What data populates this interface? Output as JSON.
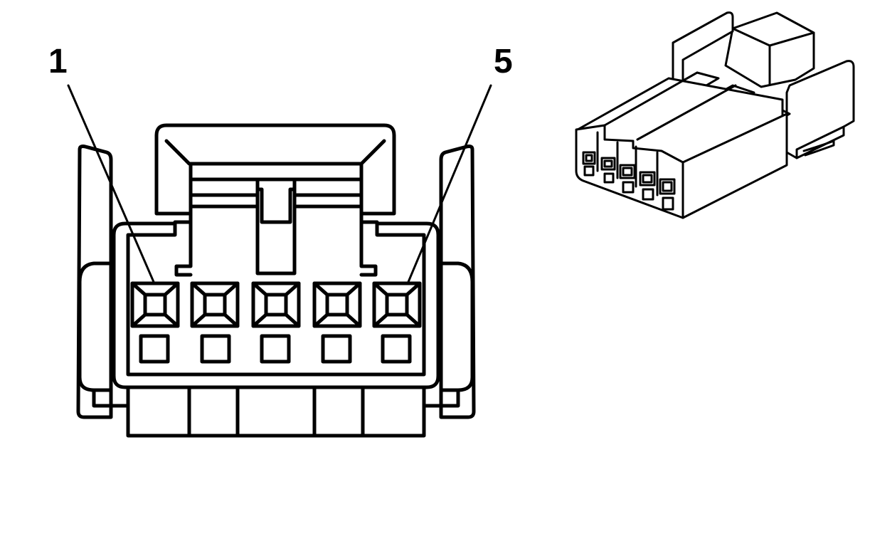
{
  "diagram": {
    "pin_labels": {
      "first": "1",
      "last": "5"
    },
    "pin_count": 5
  }
}
